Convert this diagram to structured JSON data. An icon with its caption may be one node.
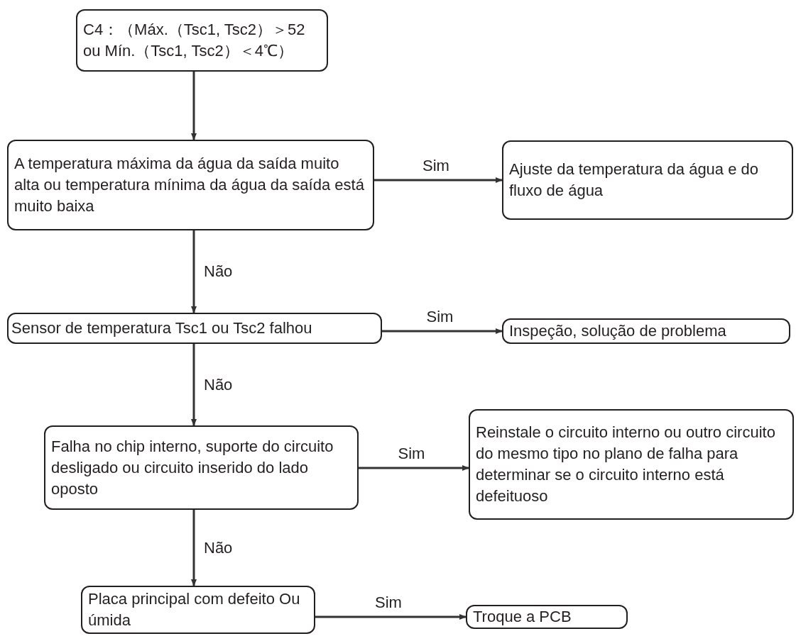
{
  "diagram": {
    "nodes": [
      {
        "text": [
          "C4：（Máx.（Tsc1, Tsc2）＞52 ou Mín.（Tsc1, Tsc2）＜4℃）"
        ]
      },
      {
        "text": [
          "A temperatura máxima da água da saída muito alta ou temperatura mínima da água da saída está muito baixa"
        ]
      },
      {
        "text": [
          "Ajuste da temperatura da água e do fluxo de água"
        ]
      },
      {
        "text": [
          "Sensor de temperatura Tsc1 ou Tsc2 falhou"
        ]
      },
      {
        "text": [
          "Inspeção, solução de problema"
        ]
      },
      {
        "text": [
          "Falha no chip interno, suporte do circuito desligado ou circuito inserido do lado oposto"
        ]
      },
      {
        "text": [
          "Reinstale o circuito interno ou outro circuito do mesmo tipo no plano de falha para determinar se o circuito interno está defeituoso"
        ]
      },
      {
        "text": [
          "Placa principal com defeito Ou úmida"
        ]
      },
      {
        "text": [
          "Troque a PCB"
        ]
      }
    ],
    "edges": [
      {
        "from": 0,
        "to": 1,
        "arrow": "to"
      },
      {
        "from": 1,
        "to": 2,
        "arrow": "to",
        "label": "Sim"
      },
      {
        "from": 1,
        "to": 3,
        "arrow": "to",
        "label": "Não"
      },
      {
        "from": 3,
        "to": 4,
        "arrow": "to",
        "label": "Sim"
      },
      {
        "from": 3,
        "to": 5,
        "arrow": "to",
        "label": "Não"
      },
      {
        "from": 5,
        "to": 6,
        "arrow": "to",
        "label": "Sim"
      },
      {
        "from": 5,
        "to": 7,
        "arrow": "to",
        "label": "Não"
      },
      {
        "from": 7,
        "to": 8,
        "arrow": "to",
        "label": "Sim"
      }
    ]
  }
}
